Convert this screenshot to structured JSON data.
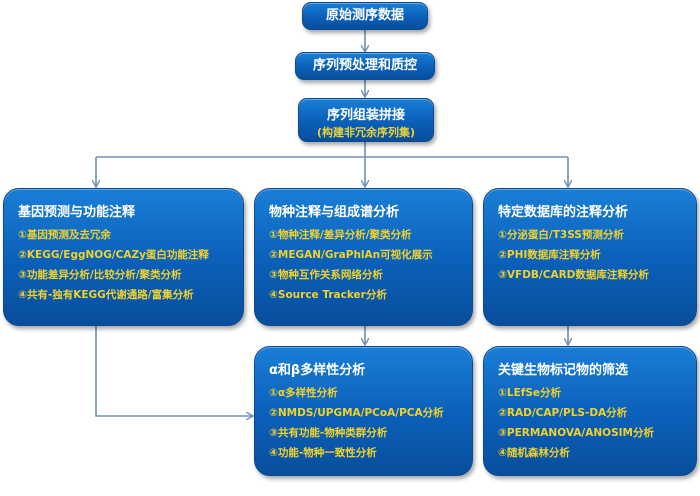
{
  "colors": {
    "box": "#0b5fb8",
    "item_text": "#f0d22c",
    "connector": "#6f8fb3"
  },
  "step1": {
    "title": "原始测序数据"
  },
  "step2": {
    "title": "序列预处理和质控"
  },
  "step3": {
    "title": "序列组装拼接",
    "subtitle": "(构建非冗余序列集)"
  },
  "panels": [
    {
      "title": "基因预测与功能注释",
      "items": [
        "①基因预测及去冗余",
        "②KEGG/EggNOG/CAZy蛋白功能注释",
        "③功能差异分析/比较分析/聚类分析",
        "④共有-独有KEGG代谢通路/富集分析"
      ]
    },
    {
      "title": "物种注释与组成谱分析",
      "items": [
        "①物种注释/差异分析/聚类分析",
        "②MEGAN/GraPhlAn可视化展示",
        "③物种互作关系网络分析",
        "④Source Tracker分析"
      ]
    },
    {
      "title": "特定数据库的注释分析",
      "items": [
        "①分泌蛋白/T3SS预测分析",
        "②PHI数据库注释分析",
        "③VFDB/CARD数据库注释分析"
      ]
    },
    {
      "title": "α和β多样性分析",
      "items": [
        "①α多样性分析",
        "②NMDS/UPGMA/PCoA/PCA分析",
        "③共有功能-物种类群分析",
        "④功能-物种一致性分析"
      ]
    },
    {
      "title": "关键生物标记物的筛选",
      "items": [
        "①LEfSe分析",
        "②RAD/CAP/PLS-DA分析",
        "③PERMANOVA/ANOSIM分析",
        "④随机森林分析"
      ]
    }
  ]
}
